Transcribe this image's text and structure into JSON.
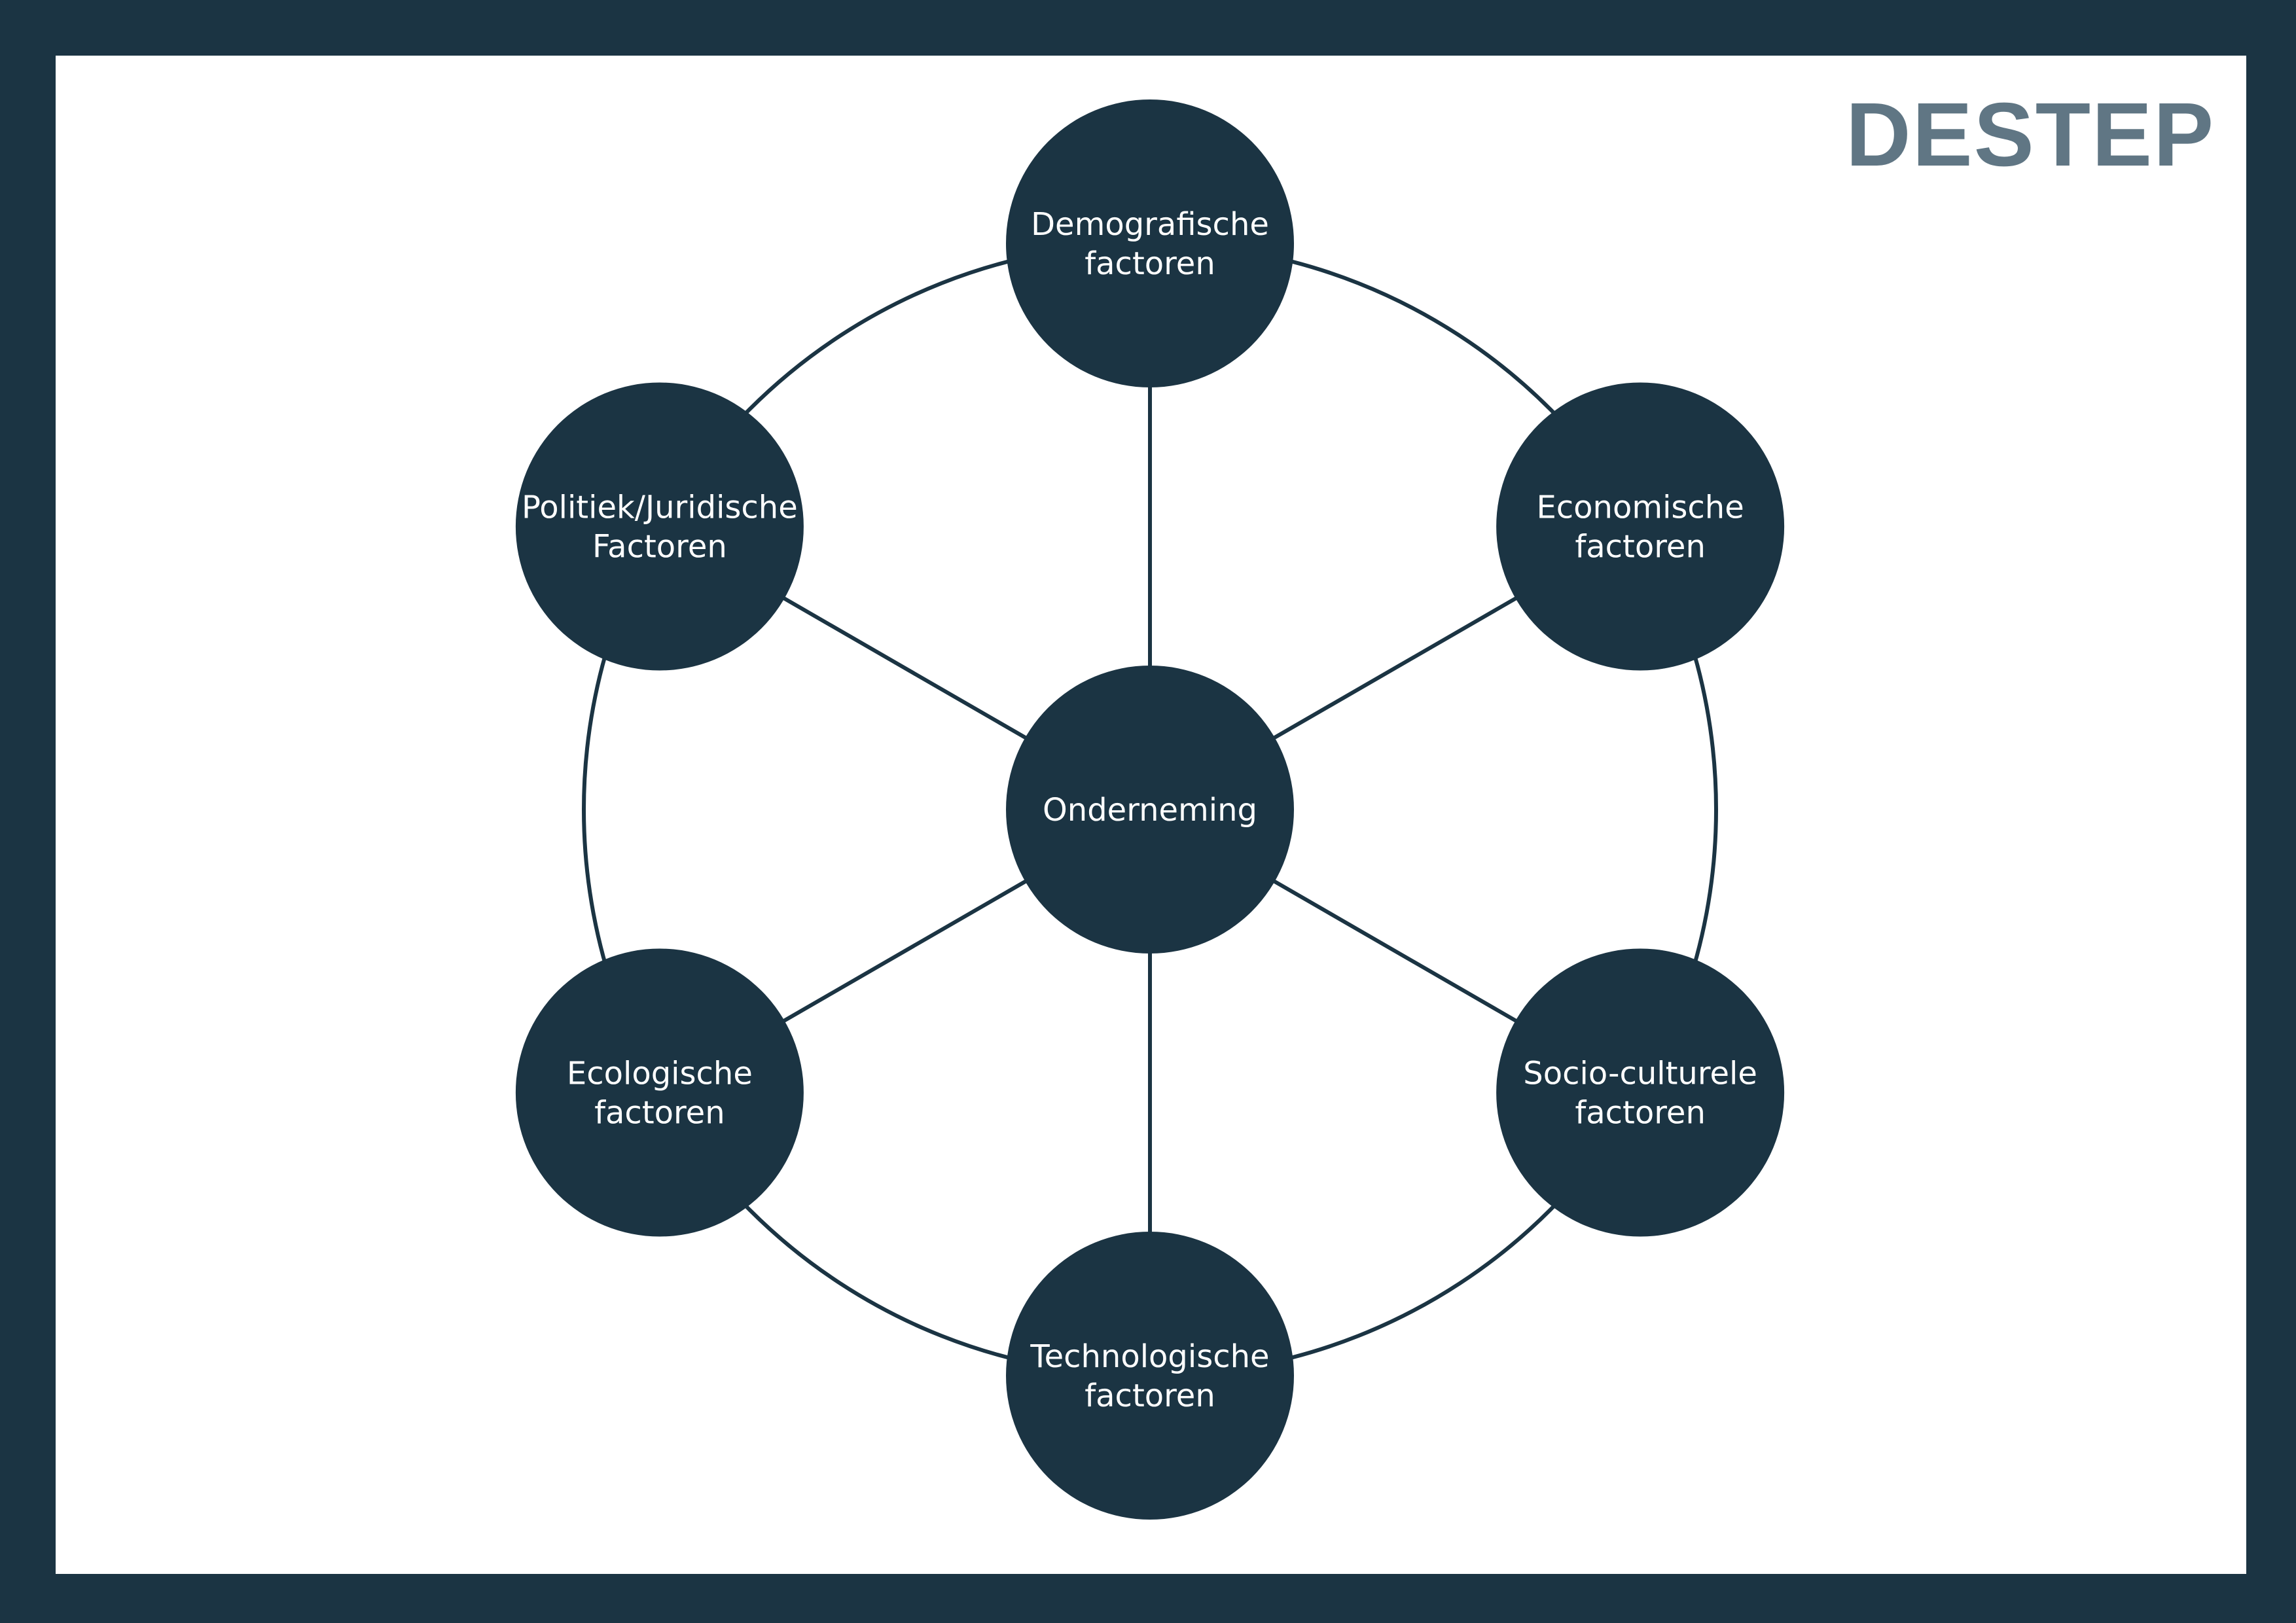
{
  "title": "DESTEP",
  "colors": {
    "frame": "#1b3443",
    "background": "#ffffff",
    "node": "#1b3443",
    "line": "#1b3443",
    "node_text": "#ffffff",
    "title": "#607684"
  },
  "center": {
    "lines": [
      "Onderneming"
    ]
  },
  "factors": [
    {
      "id": "demografisch",
      "lines": [
        "Demografische",
        "factoren"
      ]
    },
    {
      "id": "economisch",
      "lines": [
        "Economische",
        "factoren"
      ]
    },
    {
      "id": "socio-cultureel",
      "lines": [
        "Socio-culturele",
        "factoren"
      ]
    },
    {
      "id": "technologisch",
      "lines": [
        "Technologische",
        "factoren"
      ]
    },
    {
      "id": "ecologisch",
      "lines": [
        "Ecologische",
        "factoren"
      ]
    },
    {
      "id": "politiek-juridisch",
      "lines": [
        "Politiek/Juridische",
        "Factoren"
      ]
    }
  ]
}
